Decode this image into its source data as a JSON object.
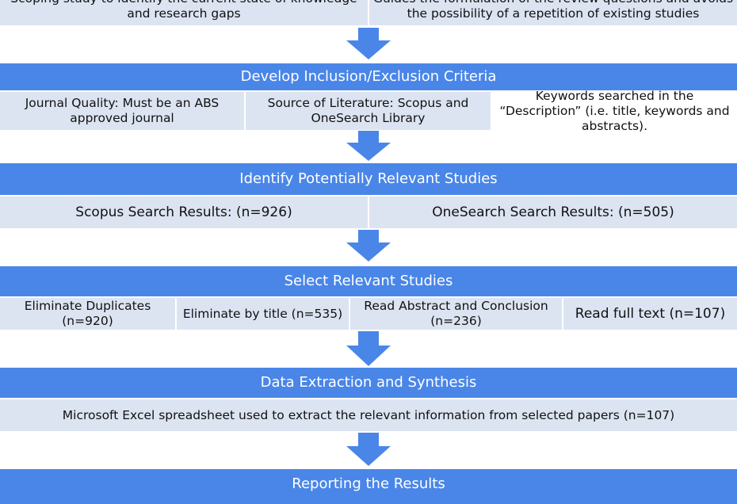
{
  "colors": {
    "header_fill": "#4a86e8",
    "cell_fill": "#dce4f2",
    "arrow_fill": "#4a86e8"
  },
  "top": {
    "left_text": "Scoping study to identify the current state of knowledge and research gaps",
    "right_text": "Guides the formulation of the review questions and avoids the possibility of a repetition of existing studies"
  },
  "criteria": {
    "title": "Develop Inclusion/Exclusion Criteria",
    "items": [
      "Journal Quality: Must be an ABS approved journal",
      "Source of Literature: Scopus and OneSearch Library",
      "Keywords searched in the “Description” (i.e. title, keywords and abstracts)."
    ]
  },
  "identify": {
    "title": "Identify Potentially Relevant Studies",
    "items": [
      "Scopus Search Results: (n=926)",
      "OneSearch Search Results: (n=505)"
    ]
  },
  "select": {
    "title": "Select Relevant Studies",
    "items": [
      "Eliminate Duplicates (n=920)",
      "Eliminate by title (n=535)",
      "Read Abstract and Conclusion (n=236)",
      "Read full text (n=107)"
    ]
  },
  "extraction": {
    "title": "Data Extraction and Synthesis",
    "item": "Microsoft Excel spreadsheet used to extract the relevant information from selected papers (n=107)"
  },
  "reporting": {
    "title": "Reporting the Results"
  }
}
